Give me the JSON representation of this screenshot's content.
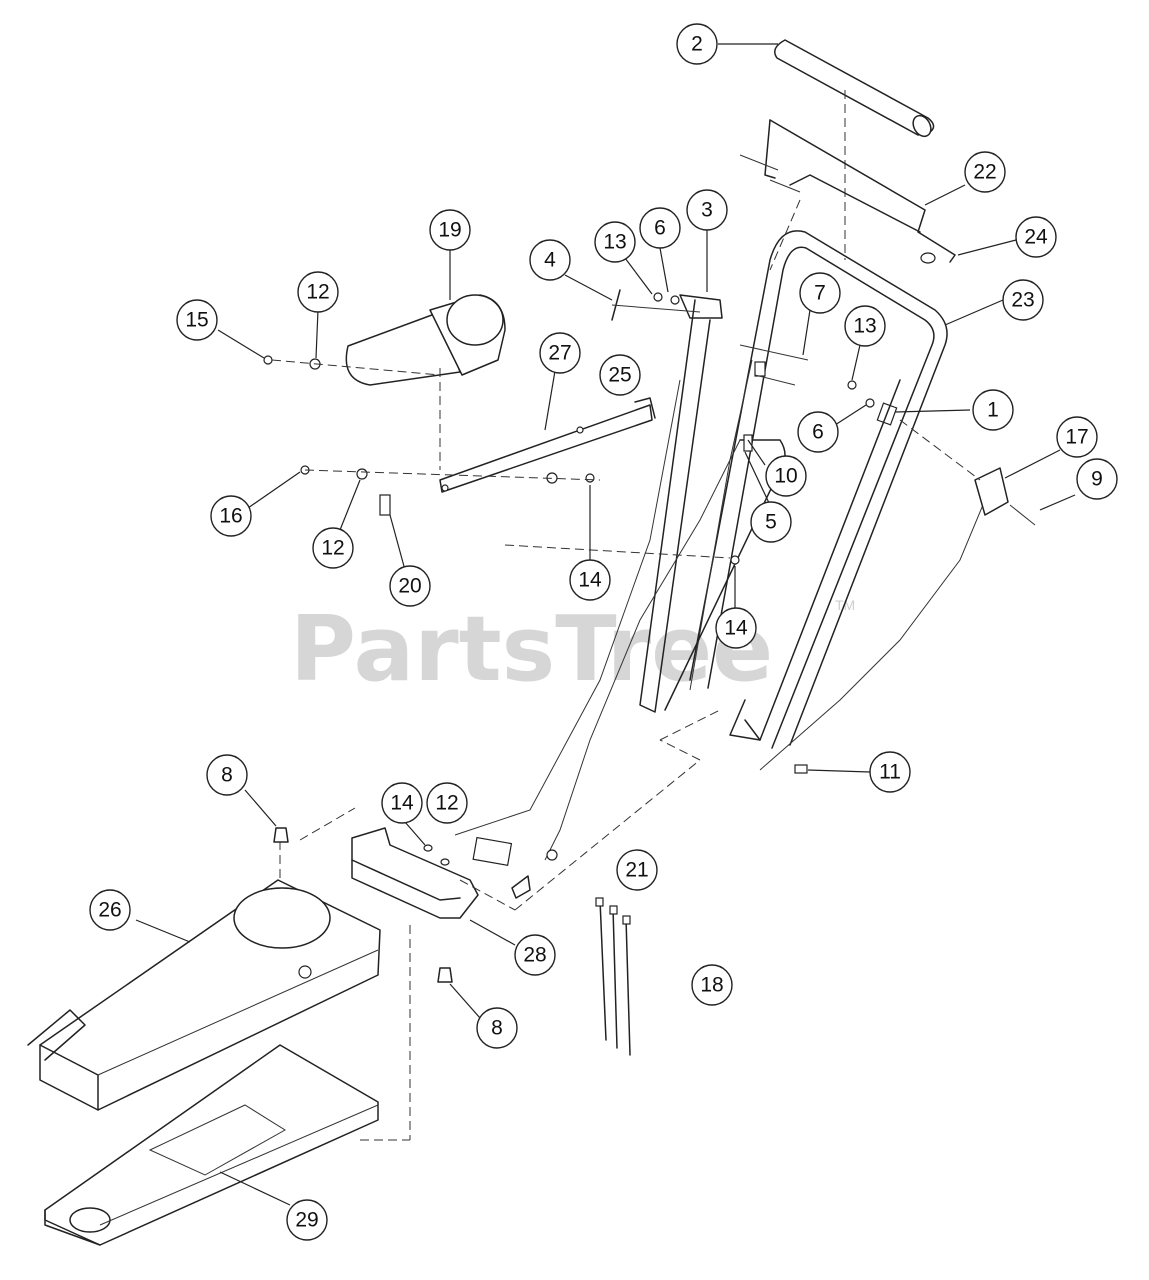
{
  "watermark": {
    "brand": "PartsTree",
    "trademark": "TM"
  },
  "callouts": [
    {
      "id": "2",
      "label": "2"
    },
    {
      "id": "22",
      "label": "22"
    },
    {
      "id": "24",
      "label": "24"
    },
    {
      "id": "23",
      "label": "23"
    },
    {
      "id": "19",
      "label": "19"
    },
    {
      "id": "3",
      "label": "3"
    },
    {
      "id": "6a",
      "label": "6"
    },
    {
      "id": "13a",
      "label": "13"
    },
    {
      "id": "4",
      "label": "4"
    },
    {
      "id": "12a",
      "label": "12"
    },
    {
      "id": "15",
      "label": "15"
    },
    {
      "id": "7",
      "label": "7"
    },
    {
      "id": "13b",
      "label": "13"
    },
    {
      "id": "27",
      "label": "27"
    },
    {
      "id": "25",
      "label": "25"
    },
    {
      "id": "1",
      "label": "1"
    },
    {
      "id": "6b",
      "label": "6"
    },
    {
      "id": "17",
      "label": "17"
    },
    {
      "id": "10",
      "label": "10"
    },
    {
      "id": "9",
      "label": "9"
    },
    {
      "id": "5",
      "label": "5"
    },
    {
      "id": "16",
      "label": "16"
    },
    {
      "id": "12b",
      "label": "12"
    },
    {
      "id": "20",
      "label": "20"
    },
    {
      "id": "14a",
      "label": "14"
    },
    {
      "id": "14b",
      "label": "14"
    },
    {
      "id": "11",
      "label": "11"
    },
    {
      "id": "8a",
      "label": "8"
    },
    {
      "id": "14c",
      "label": "14"
    },
    {
      "id": "12c",
      "label": "12"
    },
    {
      "id": "21",
      "label": "21"
    },
    {
      "id": "26",
      "label": "26"
    },
    {
      "id": "28",
      "label": "28"
    },
    {
      "id": "18",
      "label": "18"
    },
    {
      "id": "8b",
      "label": "8"
    },
    {
      "id": "29",
      "label": "29"
    }
  ]
}
